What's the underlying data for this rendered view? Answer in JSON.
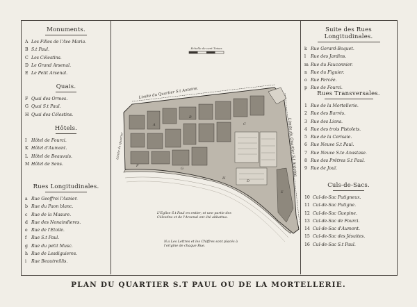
{
  "title": "PLAN DU QUARTIER S.T PAUL OU DE LA MORTELLERIE.",
  "left": {
    "monuments": {
      "heading": "Monuments.",
      "items": [
        {
          "key": "A",
          "label": "Les Filles de l'Ave Maria."
        },
        {
          "key": "B",
          "label": "S.t Paul."
        },
        {
          "key": "C",
          "label": "Les Célestins."
        },
        {
          "key": "D",
          "label": "Le Grand Arsenal."
        },
        {
          "key": "E",
          "label": "Le Petit Arsenal."
        }
      ]
    },
    "quais": {
      "heading": "Quais.",
      "items": [
        {
          "key": "F",
          "label": "Quai des Ormes."
        },
        {
          "key": "G",
          "label": "Quai S.t Paul."
        },
        {
          "key": "H",
          "label": "Quai des Célestins."
        }
      ]
    },
    "hotels": {
      "heading": "Hôtels.",
      "items": [
        {
          "key": "I",
          "label": "Hôtel de Fourci."
        },
        {
          "key": "K",
          "label": "Hôtel d'Aumont."
        },
        {
          "key": "L",
          "label": "Hôtel de Beauvais."
        },
        {
          "key": "M",
          "label": "Hôtel de Sens."
        }
      ]
    },
    "longitudinales": {
      "heading": "Rues Longitudinales.",
      "items": [
        {
          "key": "a",
          "label": "Rue Geoffroi l'Asnier."
        },
        {
          "key": "b",
          "label": "Rue du Paon blanc."
        },
        {
          "key": "c",
          "label": "Rue de la Masure."
        },
        {
          "key": "d",
          "label": "Rue des Nonaindieres."
        },
        {
          "key": "e",
          "label": "Rue de l'Etoile."
        },
        {
          "key": "f",
          "label": "Rue S.t Paul."
        },
        {
          "key": "g",
          "label": "Rue du petit Musc."
        },
        {
          "key": "h",
          "label": "Rue de Lesdiguieres."
        },
        {
          "key": "i",
          "label": "Rue Beautreillis."
        }
      ]
    }
  },
  "right": {
    "suite": {
      "heading": "Suite des Rues Longitudinales.",
      "items": [
        {
          "key": "k",
          "label": "Rue Gerard-Boquet."
        },
        {
          "key": "l",
          "label": "Rue des Jardins."
        },
        {
          "key": "m",
          "label": "Rue du Fauconnier."
        },
        {
          "key": "n",
          "label": "Rue du Figuier."
        },
        {
          "key": "o",
          "label": "Rue Percée."
        },
        {
          "key": "p",
          "label": "Rue de Fourci."
        }
      ]
    },
    "transversales": {
      "heading": "Rues Transversales.",
      "items": [
        {
          "key": "1",
          "label": "Rue de la Mortellerie."
        },
        {
          "key": "2",
          "label": "Rue des Barrés."
        },
        {
          "key": "3",
          "label": "Rue des Lions."
        },
        {
          "key": "4",
          "label": "Rue des trois Pistolets."
        },
        {
          "key": "5",
          "label": "Rue de la Cerisaie."
        },
        {
          "key": "6",
          "label": "Rue Neuve S.t Paul."
        },
        {
          "key": "7",
          "label": "Rue Neuve S.te Anastase."
        },
        {
          "key": "8",
          "label": "Rue des Prêtres S.t Paul."
        },
        {
          "key": "9",
          "label": "Rue de Jouï."
        }
      ]
    },
    "culs": {
      "heading": "Culs-de-Sacs.",
      "items": [
        {
          "key": "10",
          "label": "Cul-de-Sac Putigneux."
        },
        {
          "key": "11",
          "label": "Cul-de-Sac Putigne."
        },
        {
          "key": "12",
          "label": "Cul-de-Sac Guepine."
        },
        {
          "key": "13",
          "label": "Cul-de-Sac de Fourci."
        },
        {
          "key": "14",
          "label": "Cul-de-Sac d'Aumont."
        },
        {
          "key": "15",
          "label": "Cul-de-Sac des Jésuites."
        },
        {
          "key": "16",
          "label": "Cul-de-Sac S.t Paul."
        }
      ]
    }
  },
  "map": {
    "scale_label": "Echelle de cent Toises",
    "boundary_top": "Limite du Quartier S.t Antoine.",
    "boundary_right": "Limite du Quartier S.t Antoine",
    "boundary_left": "Limite du Quartier",
    "note1": "L'Eglise S.t Paul en entier, et une partie des Célestins et de l'Arsenal ont été abbattus.",
    "note2": "N.a Les Lettres et les Chiffres sont placés à l'origine de chaque Rue.",
    "letters": [
      "A",
      "B",
      "C",
      "D",
      "E",
      "F",
      "G",
      "H"
    ]
  }
}
